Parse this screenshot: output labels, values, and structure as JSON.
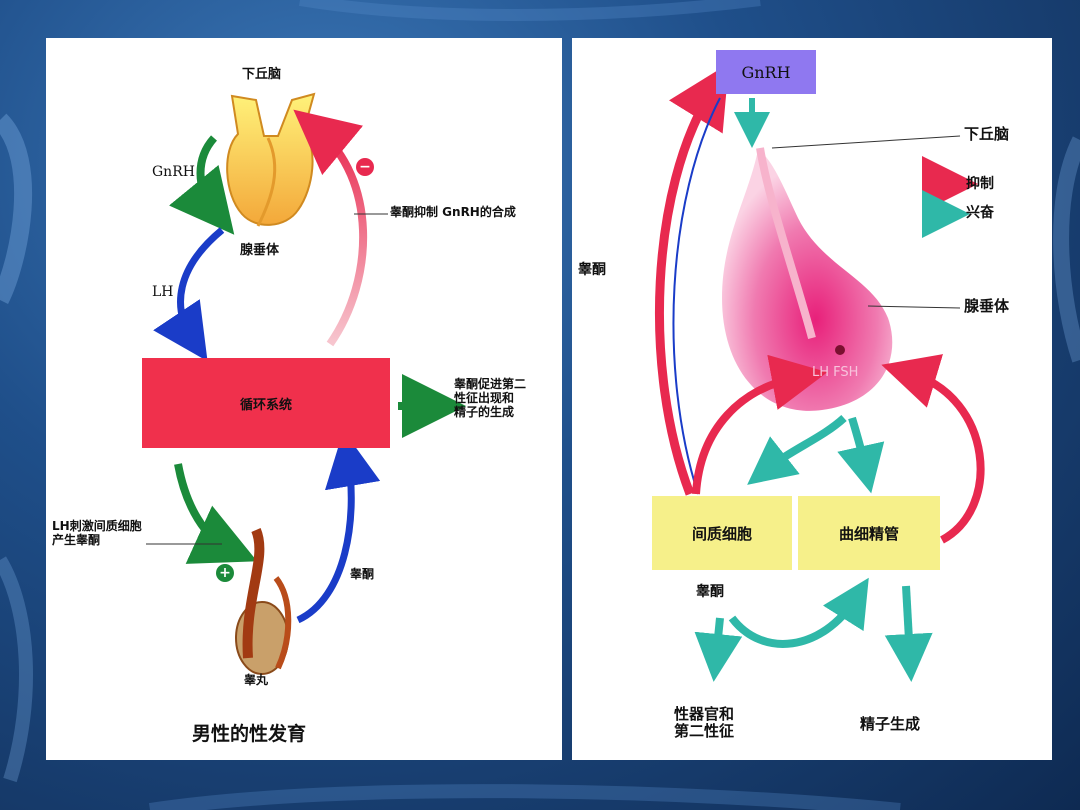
{
  "left_panel": {
    "hypothalamus": "下丘脑",
    "gnrh": "GnRH",
    "pituitary": "腺垂体",
    "lh": "LH",
    "inhibit_note": "睾酮抑制 GnRH的合成",
    "inhibit_sign": "−",
    "circulation": "循环系统",
    "promote_note": [
      "睾酮促进第二",
      "性征出现和",
      "精子的生成"
    ],
    "lh_note": [
      "LH刺激间质细胞",
      "产生睾酮"
    ],
    "plus_sign": "+",
    "testosterone": "睾酮",
    "testis": "睾丸",
    "caption": "男性的性发育"
  },
  "right_panel": {
    "gnrh": "GnRH",
    "hypothalamus": "下丘脑",
    "legend": {
      "inhibit": "抑制",
      "excite": "兴奋"
    },
    "testosterone_left": "睾酮",
    "pituitary": "腺垂体",
    "lh_fsh": "LH  FSH",
    "leydig": "间质细胞",
    "seminiferous": "曲细精管",
    "testosterone_bottom": "睾酮",
    "sex_organs": [
      "性器官和",
      "第二性征"
    ],
    "sperm": "精子生成"
  },
  "colors": {
    "inhibit": "#e8294f",
    "excite": "#2fb8a8",
    "gnrh_box": "#8f78f0",
    "cell_box": "#f6f08a",
    "circulation": "#f0304c",
    "blue_arrow": "#1a3cc8",
    "green_arrow": "#1b8a3a"
  }
}
